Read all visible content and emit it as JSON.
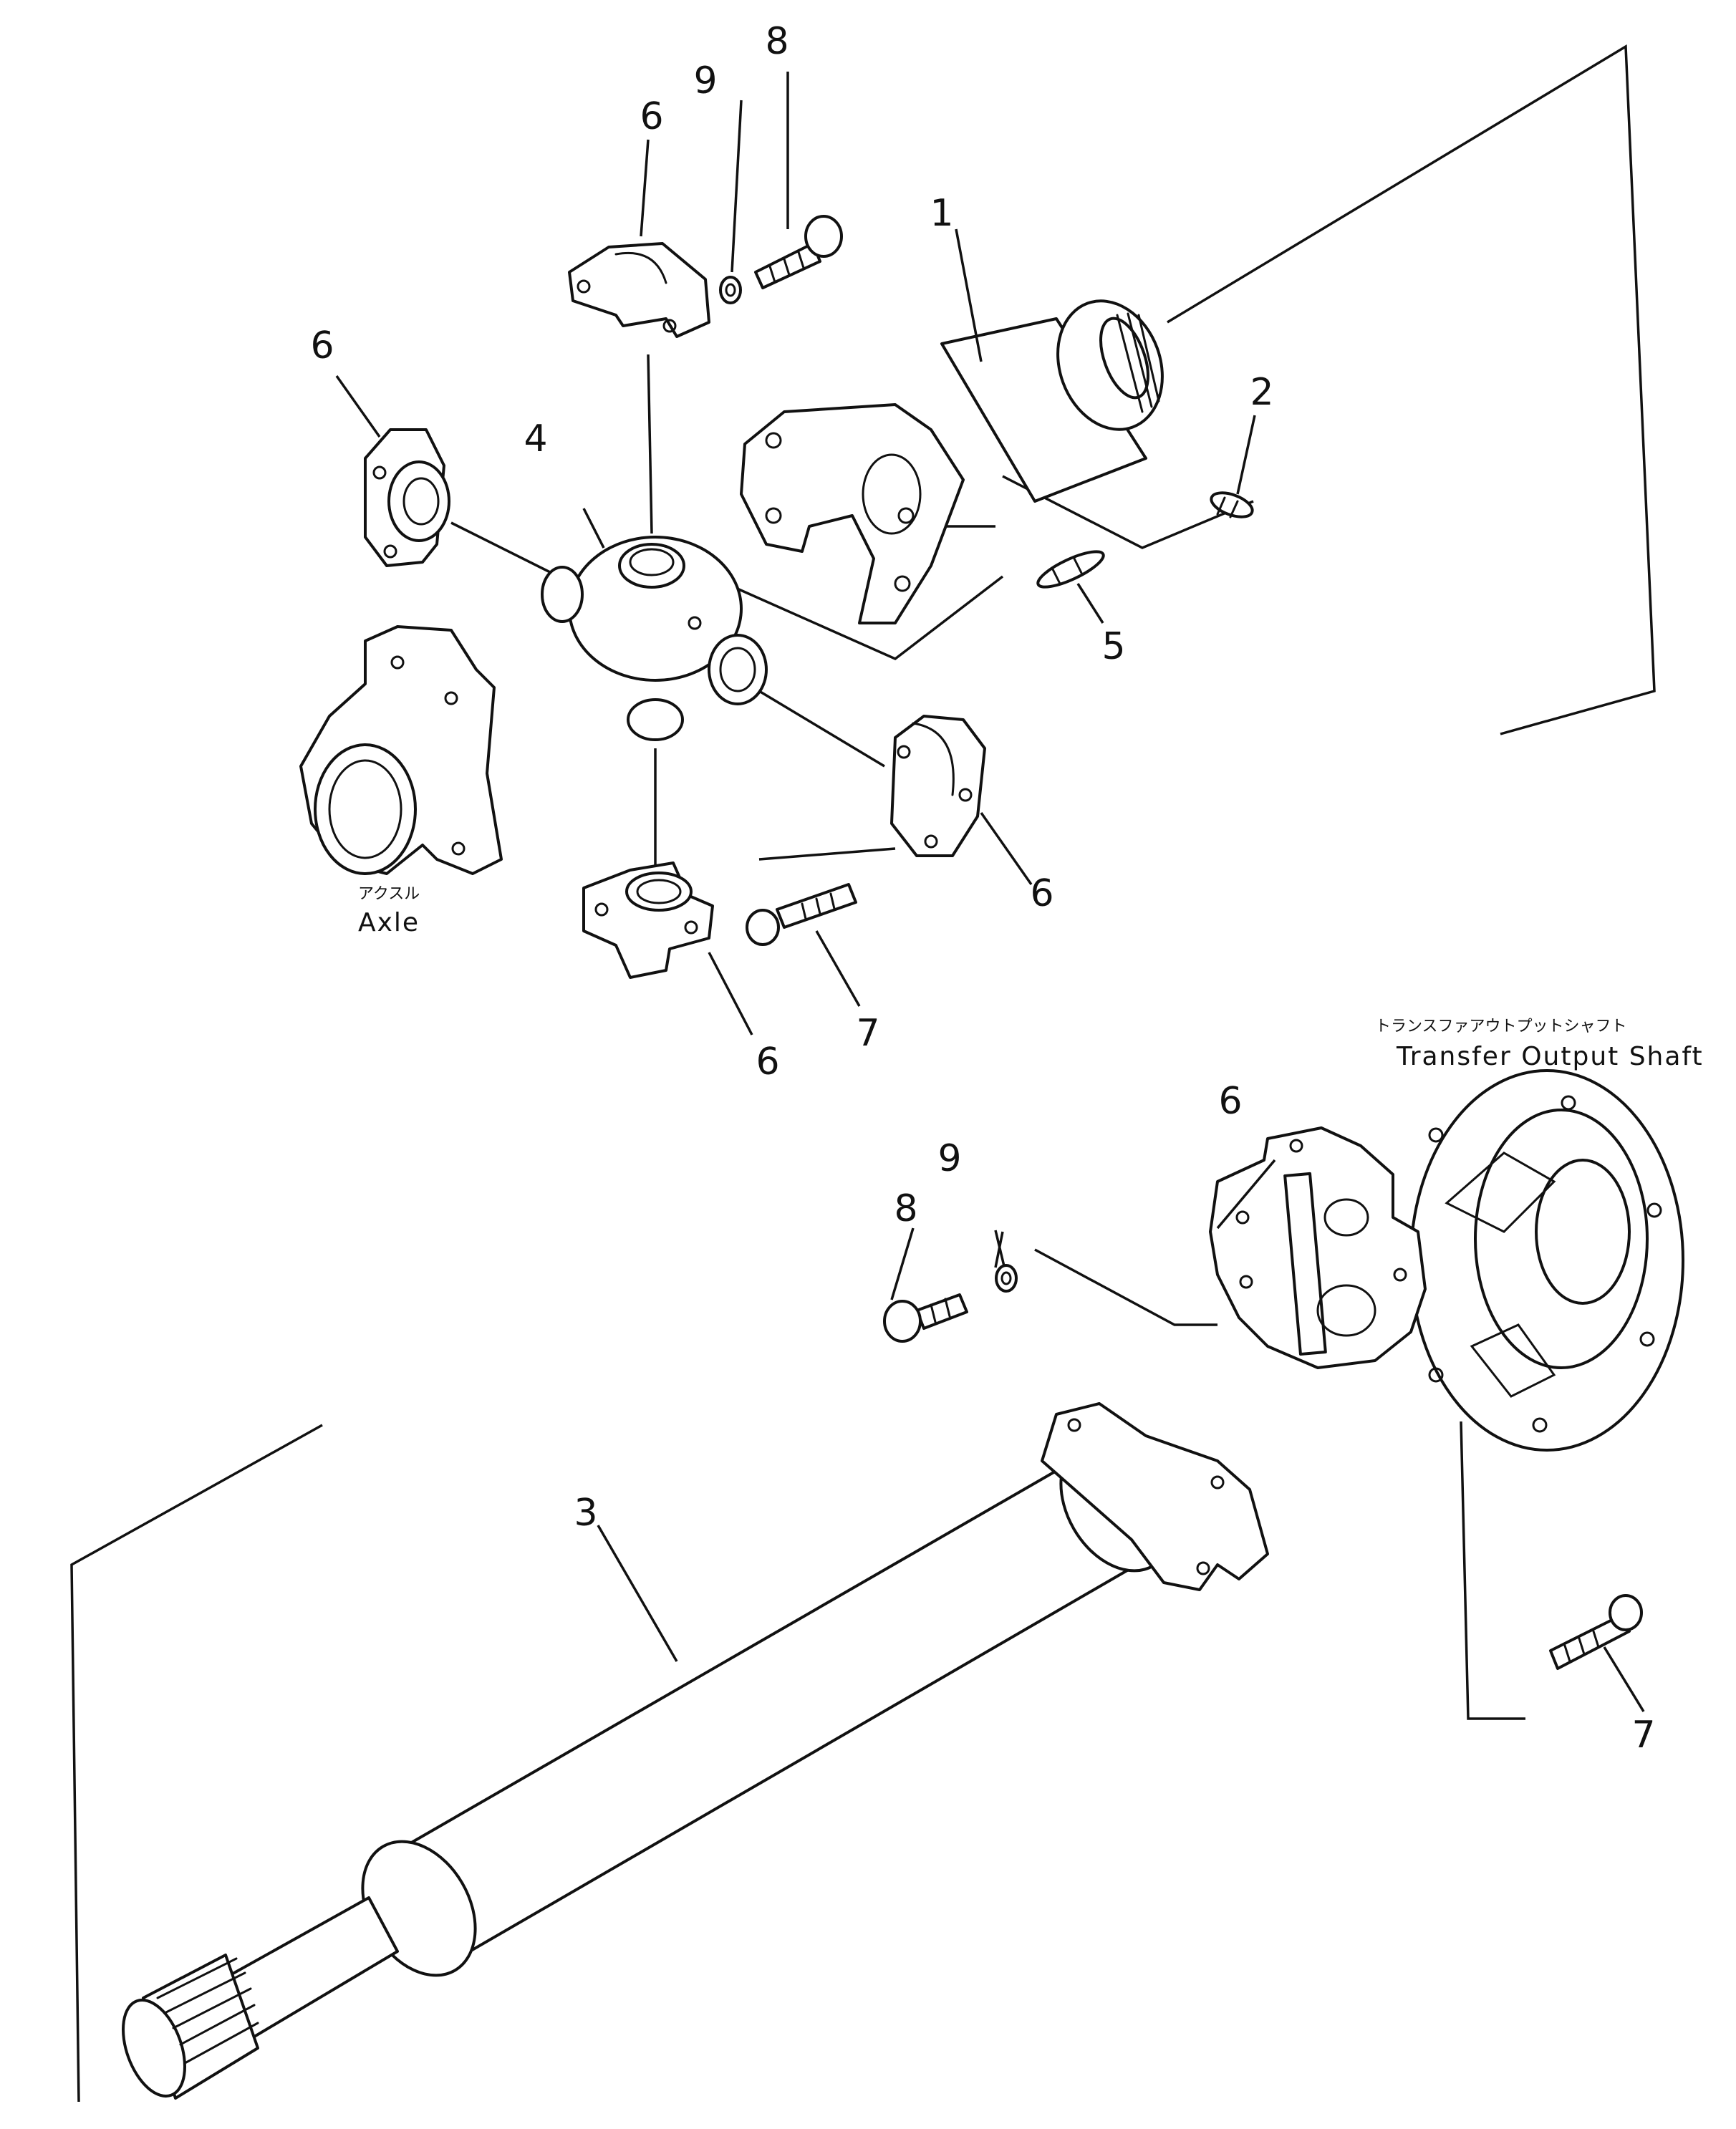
{
  "callouts": {
    "c1": "1",
    "c2": "2",
    "c3": "3",
    "c4": "4",
    "c5": "5",
    "c6": "6",
    "c7": "7",
    "c8": "8",
    "c9": "9"
  },
  "references": {
    "axle_ja": "アクスル",
    "axle_en": "Axle",
    "transfer_ja": "トランスファアウトプットシャフト",
    "transfer_en": "Transfer Output Shaft"
  }
}
